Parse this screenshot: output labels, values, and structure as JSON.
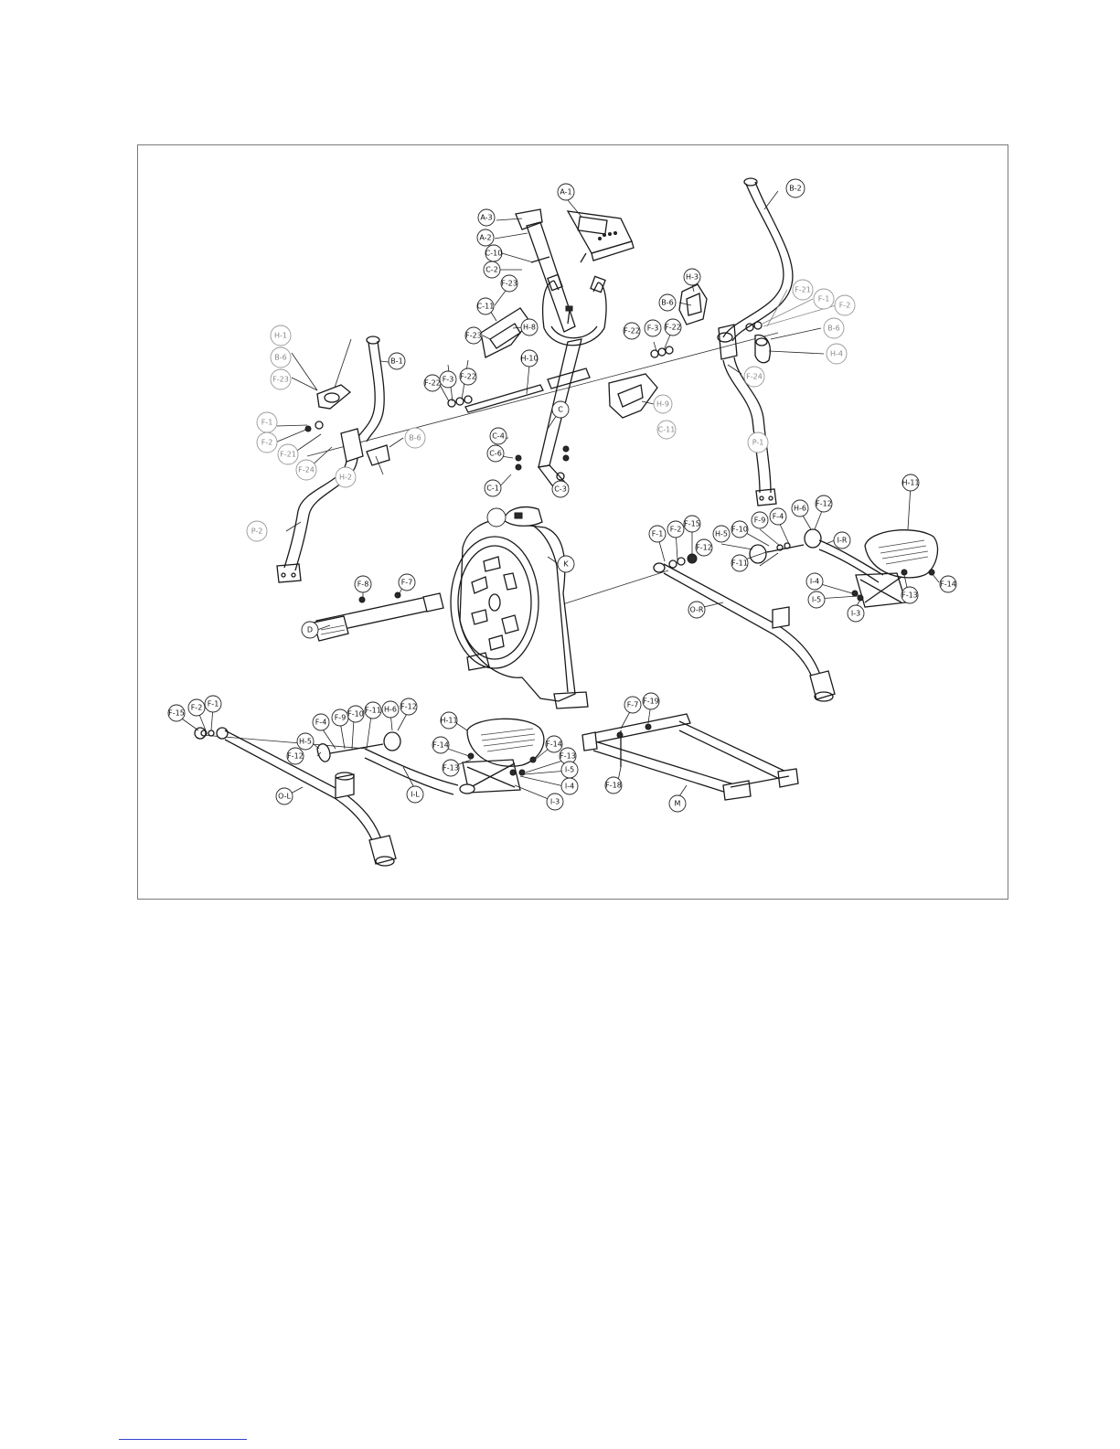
{
  "labels": {
    "A1": "A-1",
    "A2": "A-2",
    "A3": "A-3",
    "B1": "B-1",
    "B2": "B-2",
    "B6": "B-6",
    "C": "C",
    "C1": "C-1",
    "C2": "C-2",
    "C3": "C-3",
    "C4": "C-4",
    "C6": "C-6",
    "C10": "C-10",
    "C11": "C-11",
    "D": "D",
    "F1": "F-1",
    "F2": "F-2",
    "F3": "F-3",
    "F4": "F-4",
    "F7": "F-7",
    "F8": "F-8",
    "F9": "F-9",
    "F10": "F-10",
    "F11": "F-11",
    "F12": "F-12",
    "F13": "F-13",
    "F14": "F-14",
    "F15": "F-15",
    "F18": "F-18",
    "F19": "F-19",
    "F21": "F-21",
    "F22": "F-22",
    "F23": "F-23",
    "F24": "F-24",
    "H1": "H-1",
    "H2": "H-2",
    "H3": "H-3",
    "H4": "H-4",
    "H5": "H-5",
    "H6": "H-6",
    "H8": "H-8",
    "H9": "H-9",
    "H10": "H-10",
    "H11": "H-11",
    "I3": "I-3",
    "I4": "I-4",
    "I5": "I-5",
    "IR": "I-R",
    "IL": "I-L",
    "K": "K",
    "M": "M",
    "OR": "O-R",
    "OL": "O-L",
    "P1": "P-1",
    "P2": "P-2"
  }
}
